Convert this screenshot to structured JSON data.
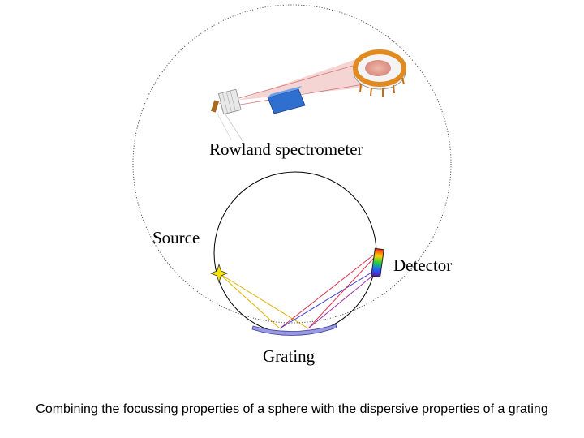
{
  "labels": {
    "rowland": "Rowland spectrometer",
    "source": "Source",
    "detector": "Detector",
    "grating": "Grating"
  },
  "caption": "Combining the focussing properties of a sphere with the dispersive properties of a grating",
  "colors": {
    "outer_circle": "#555555",
    "rowland_circle": "#000000",
    "grating_fill": "#9a9ae0",
    "grating_stroke": "#3a3aa0",
    "source_star": "#f5e400",
    "ray_yellow": "#e0b000",
    "ray_red": "#e0304a",
    "ray_blue": "#3a3ad0",
    "ray_purple": "#a030a0",
    "instrument_blue": "#2f6fd0",
    "instrument_ring": "#e08a20",
    "beam": "#e8a0a0"
  },
  "icons": {
    "source": "star-icon",
    "detector": "spectrum-detector-icon",
    "grating": "concave-grating-icon"
  }
}
